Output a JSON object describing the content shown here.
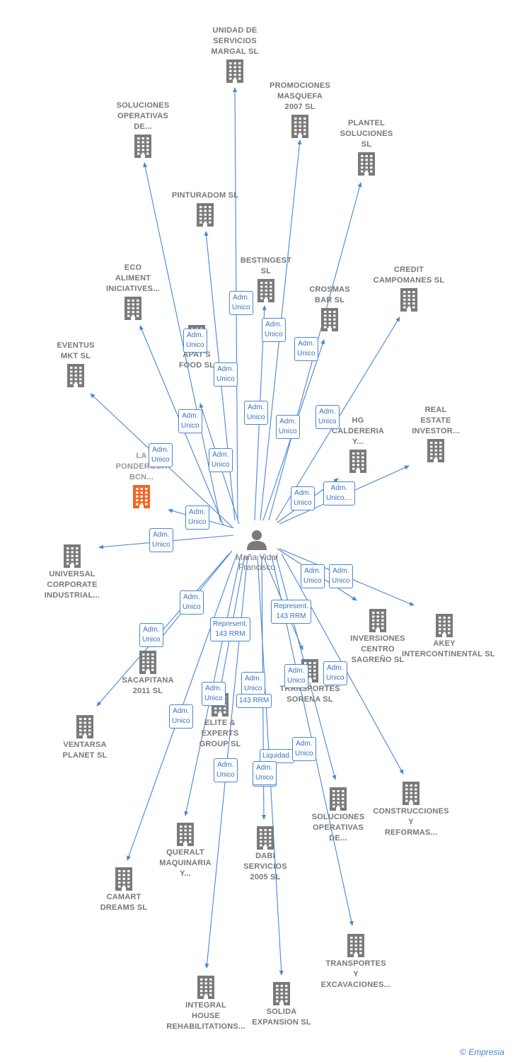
{
  "center": {
    "name_lines": [
      "Maña Vidal",
      "Francisco"
    ]
  },
  "companies": [
    {
      "lines": [
        "UNIDAD DE",
        "SERVICIOS",
        "MARGAL SL"
      ]
    },
    {
      "lines": [
        "PROMOCIONES",
        "MASQUEFA",
        "2007 SL"
      ]
    },
    {
      "lines": [
        "SOLUCIONES",
        "OPERATIVAS",
        "DE..."
      ]
    },
    {
      "lines": [
        "PLANTEL",
        "SOLUCIONES",
        "SL"
      ]
    },
    {
      "lines": [
        "PINTURADOM SL"
      ]
    },
    {
      "lines": [
        "BESTINGEST",
        "SL"
      ]
    },
    {
      "lines": [
        "ECO",
        "ALIMENT",
        "INICIATIVES..."
      ]
    },
    {
      "lines": [
        "CROSMAS",
        "BAR SL"
      ]
    },
    {
      "lines": [
        "CREDIT",
        "CAMPOMANES SL"
      ]
    },
    {
      "lines": [
        "EVENTUS",
        "MKT SL"
      ]
    },
    {
      "lines": [
        "APAT'S",
        "FOOD SL"
      ]
    },
    {
      "lines": [
        "HG",
        "CALDERERIA",
        "Y..."
      ]
    },
    {
      "lines": [
        "REAL",
        "ESTATE",
        "INVESTOR..."
      ]
    },
    {
      "lines": [
        "LA",
        "PONDEROSA",
        "BCN..."
      ]
    },
    {
      "lines": [
        "UNIVERSAL",
        "CORPORATE",
        "INDUSTRIAL..."
      ]
    },
    {
      "lines": [
        "INVERSIONES",
        "CENTRO",
        "SAGREÑO SL"
      ]
    },
    {
      "lines": [
        "AKEY",
        "INTERCONTINENTAL SL"
      ]
    },
    {
      "lines": [
        "SACAPITANA",
        "2011 SL"
      ]
    },
    {
      "lines": [
        "VENTARSA",
        "PLANET SL"
      ]
    },
    {
      "lines": [
        "ELITE &",
        "EXPERTS",
        "GROUP SL"
      ]
    },
    {
      "lines": [
        "TRANSPORTES",
        "SORENA SL"
      ]
    },
    {
      "lines": [
        "SOLUCIONES",
        "OPERATIVAS",
        "DE..."
      ]
    },
    {
      "lines": [
        "CONSTRUCCIONES",
        "Y",
        "REFORMAS..."
      ]
    },
    {
      "lines": [
        "QUERALT",
        "MAQUINARIA",
        "Y..."
      ]
    },
    {
      "lines": [
        "DABI",
        "SERVICIOS",
        "2005 SL"
      ]
    },
    {
      "lines": [
        "CAMART",
        "DREAMS SL"
      ]
    },
    {
      "lines": [
        "TRANSPORTES",
        "Y",
        "EXCAVACIONES..."
      ]
    },
    {
      "lines": [
        "INTEGRAL",
        "HOUSE",
        "REHABILITATIONS..."
      ]
    },
    {
      "lines": [
        "SOLIDA",
        "EXPANSION SL"
      ]
    }
  ],
  "edge_labels": [
    {
      "lines": [
        "Adm.",
        "Unico"
      ]
    },
    {
      "lines": [
        "Adm.",
        "Unico"
      ]
    },
    {
      "lines": [
        "Adm.",
        "Unico"
      ]
    },
    {
      "lines": [
        "Adm.",
        "Unico"
      ]
    },
    {
      "lines": [
        "Adm.",
        "Unico"
      ]
    },
    {
      "lines": [
        "Adm.",
        "Unico"
      ]
    },
    {
      "lines": [
        "Adm.",
        "Unico"
      ]
    },
    {
      "lines": [
        "Adm.",
        "Unico"
      ]
    },
    {
      "lines": [
        "Adm.",
        "Unico"
      ]
    },
    {
      "lines": [
        "Adm.",
        "Unico"
      ]
    },
    {
      "lines": [
        "Adm.",
        "Unico"
      ]
    },
    {
      "lines": [
        "Adm.",
        "Unico"
      ]
    },
    {
      "lines": [
        "Adm.",
        "Unico,..."
      ]
    },
    {
      "lines": [
        "Adm.",
        "Unico"
      ]
    },
    {
      "lines": [
        "Adm.",
        "Unico"
      ]
    },
    {
      "lines": [
        "Adm.",
        "Unico"
      ]
    },
    {
      "lines": [
        "Adm.",
        "Unico"
      ]
    },
    {
      "lines": [
        "Adm.",
        "Unico"
      ]
    },
    {
      "lines": [
        "Adm.",
        "Unico"
      ]
    },
    {
      "lines": [
        "Represent.",
        "143 RRM"
      ]
    },
    {
      "lines": [
        "Represent.",
        "143 RRM"
      ]
    },
    {
      "lines": [
        "Adm.",
        "Unico"
      ]
    },
    {
      "lines": [
        "Adm.",
        "Unico"
      ]
    },
    {
      "lines": [
        "Adm.",
        "Unico"
      ]
    },
    {
      "lines": [
        "143 RRM"
      ]
    },
    {
      "lines": [
        "Adm.",
        "Unico"
      ]
    },
    {
      "lines": [
        "Adm.",
        "Unico"
      ]
    },
    {
      "lines": [
        "Adm.",
        "Unico"
      ]
    },
    {
      "lines": [
        "Liquidad."
      ]
    },
    {
      "lines": [
        "Adm.",
        "Unico"
      ]
    },
    {
      "lines": [
        "Adm.",
        "Unico"
      ]
    },
    {
      "lines": [
        "Adm.",
        "Unico"
      ]
    }
  ],
  "footer": {
    "copyright": "©",
    "brand": "Empresia"
  },
  "colors": {
    "edge": "#4a86d4",
    "building": "#7a7a7a",
    "highlight": "#f26522",
    "label": "#777777"
  }
}
